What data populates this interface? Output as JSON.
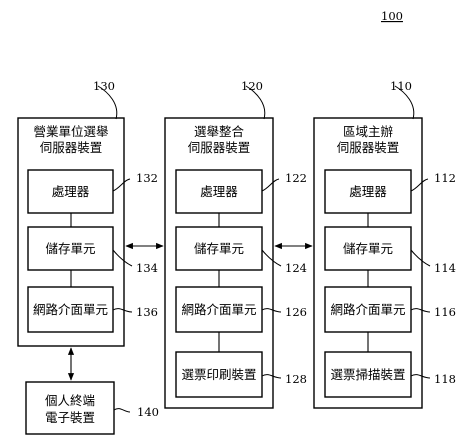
{
  "figure_number": "100",
  "units": [
    {
      "id": "130",
      "title_line1": "營業單位選舉",
      "title_line2": "伺服器裝置",
      "components": [
        {
          "label": "處理器",
          "ref": "132"
        },
        {
          "label": "儲存單元",
          "ref": "134"
        },
        {
          "label": "網路介面單元",
          "ref": "136"
        }
      ]
    },
    {
      "id": "120",
      "title_line1": "選舉整合",
      "title_line2": "伺服器裝置",
      "components": [
        {
          "label": "處理器",
          "ref": "122"
        },
        {
          "label": "儲存單元",
          "ref": "124"
        },
        {
          "label": "網路介面單元",
          "ref": "126"
        },
        {
          "label": "選票印刷裝置",
          "ref": "128"
        }
      ]
    },
    {
      "id": "110",
      "title_line1": "區域主辦",
      "title_line2": "伺服器裝置",
      "components": [
        {
          "label": "處理器",
          "ref": "112"
        },
        {
          "label": "儲存單元",
          "ref": "114"
        },
        {
          "label": "網路介面單元",
          "ref": "116"
        },
        {
          "label": "選票掃描裝置",
          "ref": "118"
        }
      ]
    }
  ],
  "terminal": {
    "line1": "個人終端",
    "line2": "電子裝置",
    "ref": "140"
  }
}
